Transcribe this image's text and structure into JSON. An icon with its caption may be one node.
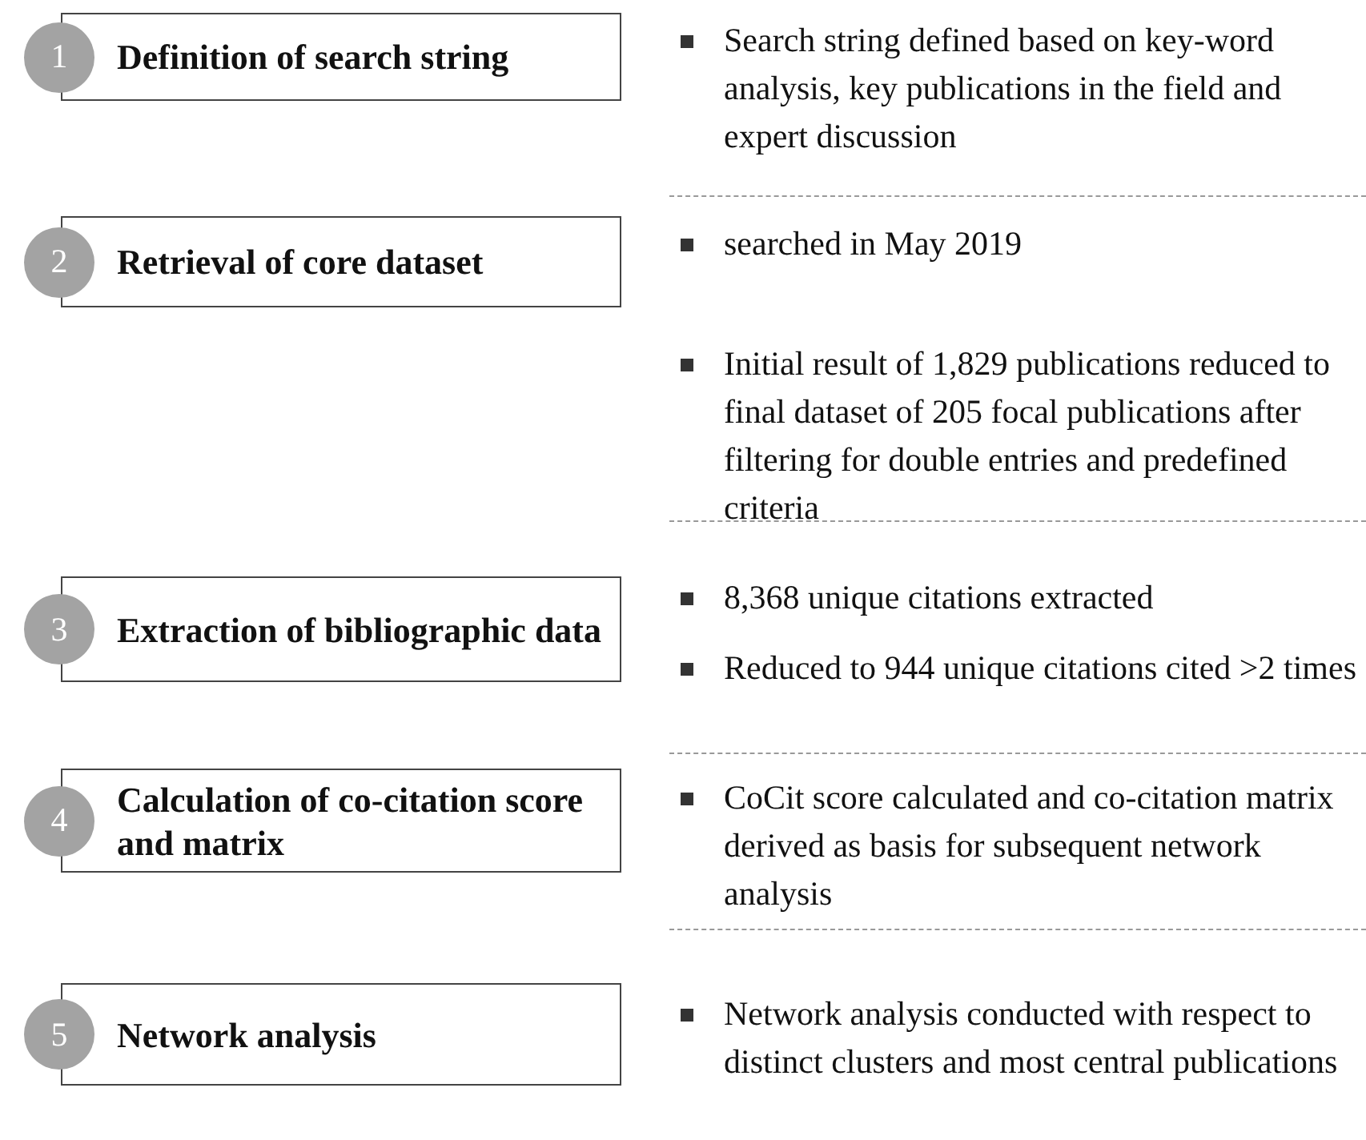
{
  "diagram": {
    "nodes": [
      {
        "text": [
          "1",
          "Definition of search string"
        ],
        "beside": [
          "Search string defined based on key-word analysis, key publications in the field and expert discussion"
        ]
      },
      {
        "text": [
          "2",
          "Retrieval of core dataset"
        ],
        "beside": [
          "searched in May 2019",
          "Initial result of 1,829 publications reduced to final dataset of 205 focal publications after filtering for double entries and predefined criteria"
        ]
      },
      {
        "text": [
          "3",
          "Extraction of bibliographic data"
        ],
        "beside": [
          "8,368 unique citations extracted",
          "Reduced to 944 unique citations cited >2 times"
        ]
      },
      {
        "text": [
          "4",
          "Calculation of co-citation score and matrix"
        ],
        "beside": [
          "CoCit score calculated and co-citation matrix derived as basis for subsequent network analysis"
        ]
      },
      {
        "text": [
          "5",
          "Network analysis"
        ],
        "beside": [
          "Network analysis conducted with respect to distinct clusters and most central publications"
        ]
      }
    ],
    "edges": []
  }
}
